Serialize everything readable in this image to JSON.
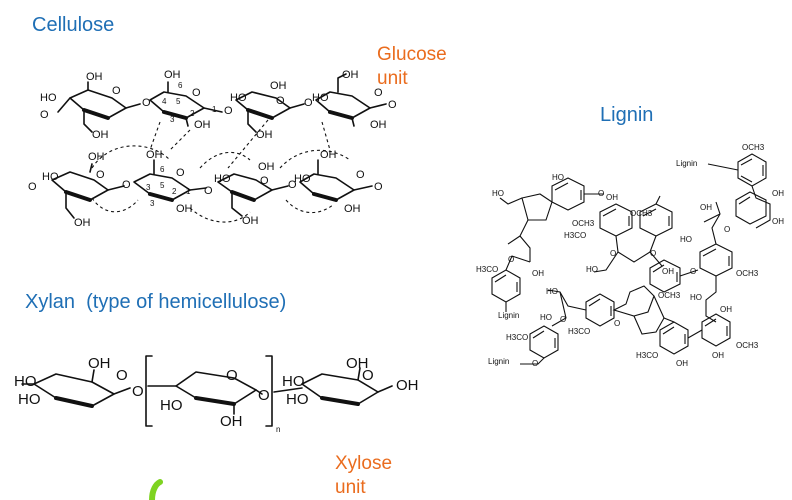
{
  "labels": {
    "cellulose": "Cellulose",
    "glucose_unit": "Glucose\nunit",
    "lignin": "Lignin",
    "xylan": "Xylan  (type of hemicellulose)",
    "xylose_unit": "Xylose\nunit"
  },
  "atoms": {
    "oh": "OH",
    "ho": "HO",
    "o": "O",
    "n": "n",
    "lignin_link": "Lignin",
    "och3": "OCH3",
    "h3co": "H3CO",
    "ring_numbers": [
      "1",
      "2",
      "3",
      "4",
      "5",
      "6"
    ]
  },
  "colors": {
    "title_blue": "#1f6fb5",
    "title_orange": "#ea6c1e",
    "accent_green": "#7ed321"
  }
}
